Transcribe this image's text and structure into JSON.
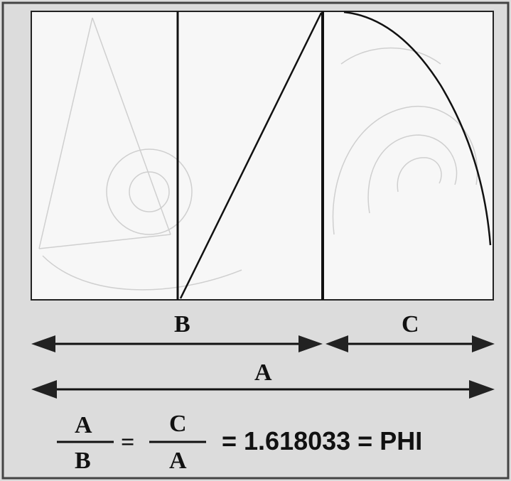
{
  "labels": {
    "b": "B",
    "c": "C",
    "a": "A"
  },
  "equation": {
    "frac1_num": "A",
    "frac1_den": "B",
    "eq_sign": "=",
    "frac2_num": "C",
    "frac2_den": "A",
    "result": "= 1.618033 = PHI"
  },
  "colors": {
    "background": "#dcdcdc",
    "panel": "#f7f7f7",
    "ink": "#111111",
    "faint": "#c8c8c8"
  }
}
